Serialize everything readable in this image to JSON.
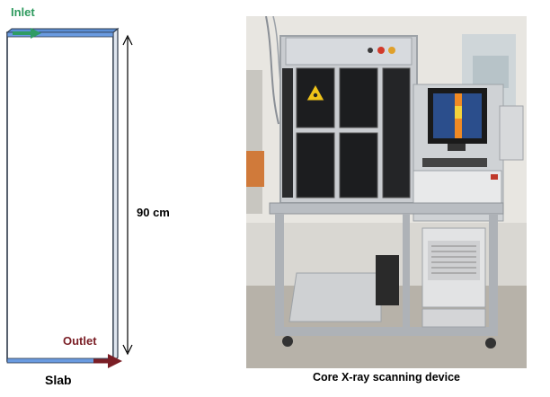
{
  "labels": {
    "inlet": "Inlet",
    "outlet": "Outlet",
    "height": "90 cm",
    "slab": "Slab",
    "device_caption": "Core X-ray scanning device"
  },
  "colors": {
    "inlet_text": "#2e9a5e",
    "inlet_arrow": "#2f9c64",
    "outlet_text": "#7a1e25",
    "outlet_arrow": "#7a1e25",
    "slab_cap": "#5b8fd6",
    "slab_border": "#2e3a4a"
  },
  "photo": {
    "description_icon": "xray-scanner-photo"
  }
}
